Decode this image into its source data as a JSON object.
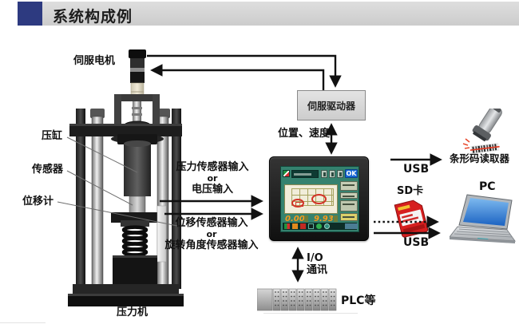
{
  "title": "系统构成例",
  "colors": {
    "accent_navy": "#2d3a80",
    "titlebar_gray": "#d6d6d6",
    "arrow_black": "#111111",
    "hmi_screen_teal": "#35826f",
    "hmi_ok_blue": "#1668d6",
    "hmi_value_orange": "#f59b1c",
    "sd_card_red": "#d61f1f",
    "pc_screen_blue": "#2f7fd8"
  },
  "machine": {
    "servo_motor": "伺服电机",
    "press_cylinder": "压缸",
    "sensor": "传感器",
    "displacement_meter": "位移计",
    "press_machine": "压力机"
  },
  "inputs": {
    "group1": {
      "line1": "压力传感器输入",
      "or": "or",
      "line2": "电压输入"
    },
    "group2": {
      "line1": "位移传感器输入",
      "or": "or",
      "line2": "旋转角度传感器输入"
    }
  },
  "servo_driver": {
    "label": "伺服驱动器",
    "signal_label": "位置、速度"
  },
  "hmi": {
    "ok_button": "OK",
    "value_left": "0.00",
    "value_right": "9.93"
  },
  "right_panel": {
    "usb_top": "USB",
    "barcode_reader": "条形码读取器",
    "sd_card": "SD卡",
    "usb_bottom": "USB",
    "pc": "PC"
  },
  "bottom_panel": {
    "io_line1": "I/O",
    "io_line2": "通讯",
    "plc": "PLC等"
  }
}
